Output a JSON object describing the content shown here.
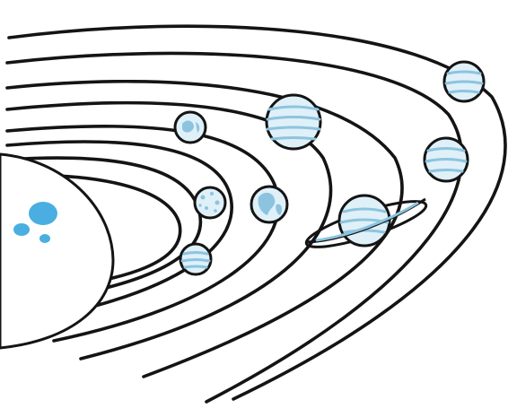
{
  "colors": {
    "line": "#141414",
    "planet_fill": "#dff0f8",
    "planet_band": "#8cc4df",
    "sun_spot": "#4aaee0",
    "background": "#ffffff"
  },
  "illustration": {
    "subject": "solar-system-orbits",
    "sun_spots": 3,
    "orbit_count": 8,
    "planets": [
      {
        "name": "mercury",
        "pattern": "speckled"
      },
      {
        "name": "venus",
        "pattern": "banded"
      },
      {
        "name": "earth",
        "pattern": "continents"
      },
      {
        "name": "mars",
        "pattern": "continents"
      },
      {
        "name": "jupiter",
        "pattern": "banded"
      },
      {
        "name": "saturn",
        "pattern": "ringed"
      },
      {
        "name": "uranus",
        "pattern": "banded"
      },
      {
        "name": "neptune",
        "pattern": "banded"
      }
    ]
  }
}
